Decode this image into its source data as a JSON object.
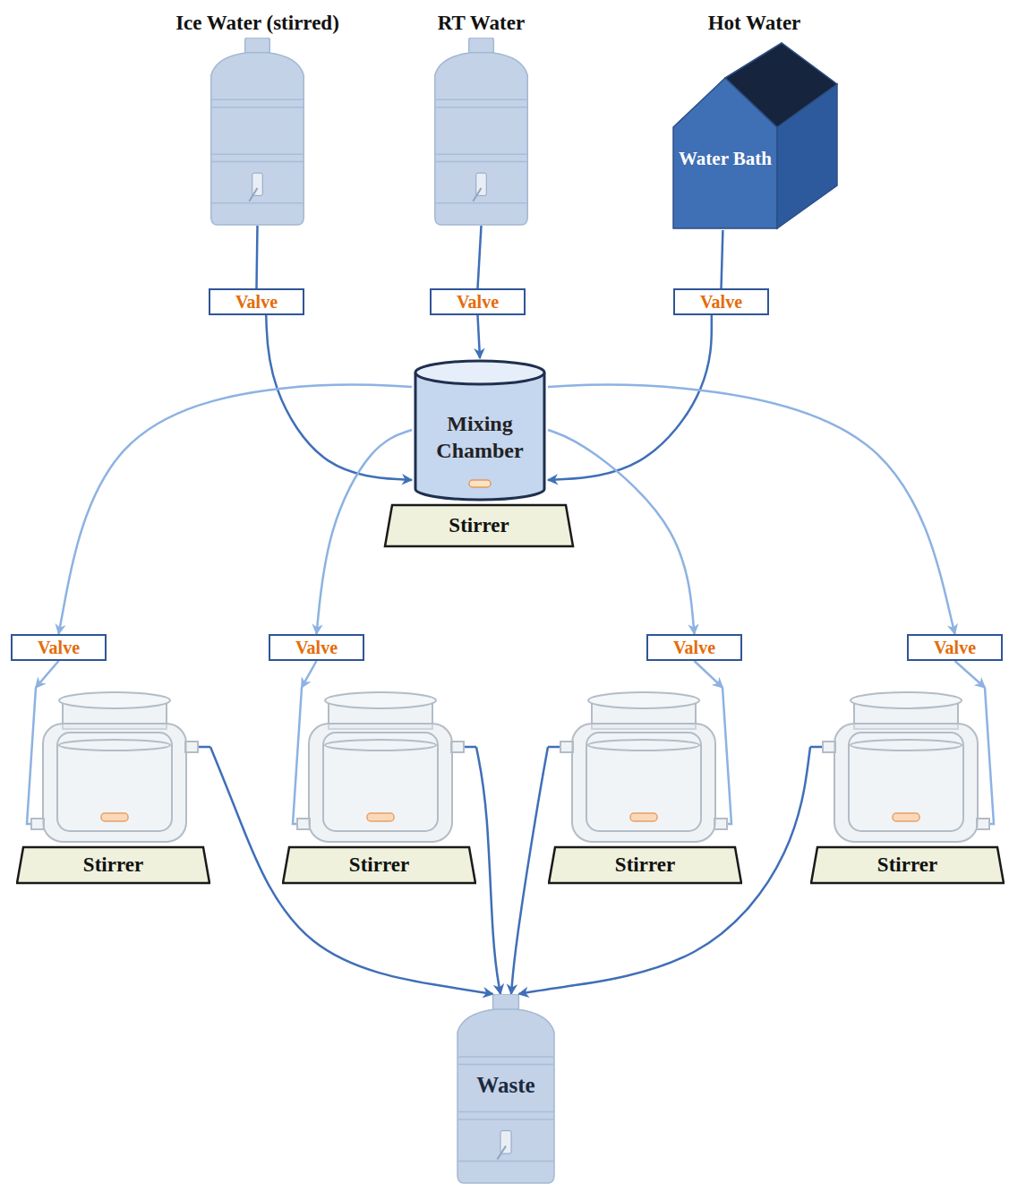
{
  "diagram": {
    "nodes": [
      {
        "text": [
          "Ice Water (stirred)"
        ]
      },
      {
        "text": [
          "RT Water"
        ]
      },
      {
        "text": [
          "Hot Water",
          "Water Bath"
        ]
      },
      {
        "text": [
          "Valve"
        ]
      },
      {
        "text": [
          "Valve"
        ]
      },
      {
        "text": [
          "Valve"
        ]
      },
      {
        "text": [
          "Mixing Chamber"
        ]
      },
      {
        "text": [
          "Stirrer"
        ]
      },
      {
        "text": [
          "Valve"
        ]
      },
      {
        "text": [
          "Valve"
        ]
      },
      {
        "text": [
          "Valve"
        ]
      },
      {
        "text": [
          "Valve"
        ]
      },
      {
        "text": [
          "Stirrer"
        ]
      },
      {
        "text": [
          "Stirrer"
        ]
      },
      {
        "text": [
          "Stirrer"
        ]
      },
      {
        "text": [
          "Stirrer"
        ]
      },
      {
        "text": [
          "Waste"
        ]
      }
    ],
    "edges": [
      {
        "from": 0,
        "to": 3,
        "arrow": "none"
      },
      {
        "from": 1,
        "to": 4,
        "arrow": "none"
      },
      {
        "from": 2,
        "to": 5,
        "arrow": "none"
      },
      {
        "from": 3,
        "to": 6,
        "arrow": "to"
      },
      {
        "from": 4,
        "to": 6,
        "arrow": "to"
      },
      {
        "from": 5,
        "to": 6,
        "arrow": "to"
      },
      {
        "from": 6,
        "to": 8,
        "arrow": "to"
      },
      {
        "from": 6,
        "to": 9,
        "arrow": "to"
      },
      {
        "from": 6,
        "to": 10,
        "arrow": "to"
      },
      {
        "from": 6,
        "to": 11,
        "arrow": "to"
      },
      {
        "from": 8,
        "to": 12,
        "arrow": "to"
      },
      {
        "from": 9,
        "to": 13,
        "arrow": "to"
      },
      {
        "from": 10,
        "to": 14,
        "arrow": "to"
      },
      {
        "from": 11,
        "to": 15,
        "arrow": "to"
      },
      {
        "from": 12,
        "to": 16,
        "arrow": "to"
      },
      {
        "from": 13,
        "to": 16,
        "arrow": "to"
      },
      {
        "from": 14,
        "to": 16,
        "arrow": "to"
      },
      {
        "from": 15,
        "to": 16,
        "arrow": "to"
      }
    ]
  }
}
